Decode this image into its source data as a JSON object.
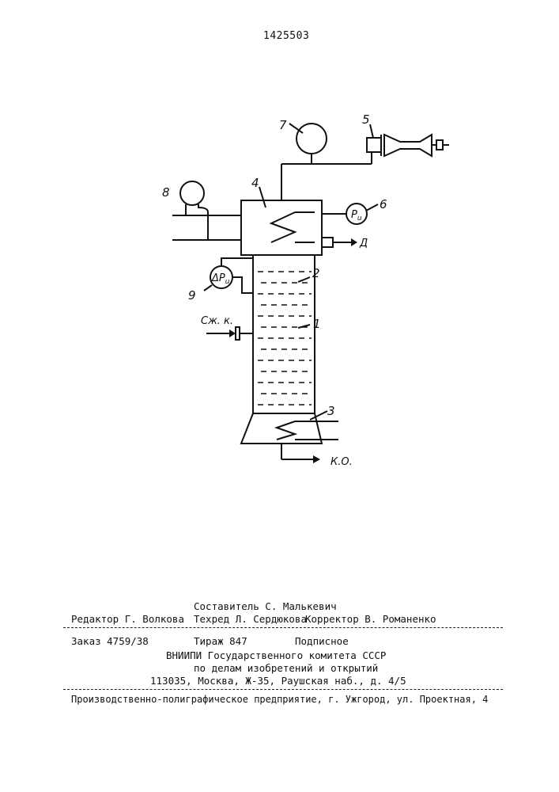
{
  "header": {
    "patent_number": "1425503"
  },
  "figure": {
    "labels": {
      "column": "1",
      "liquid": "2",
      "reboiler": "3",
      "condenser": "4",
      "compressor": "5",
      "p_gauge": "6",
      "gauge7": "7",
      "gauge8": "8",
      "dp_gauge": "9"
    },
    "gauge_text": {
      "p": "P",
      "p_sub": "u",
      "dp": "ΔP",
      "dp_sub": "u"
    },
    "flows": {
      "feed": "Сж. к.",
      "distillate": "Д",
      "bottoms": "К.О."
    }
  },
  "imprint": {
    "compiler": "Составитель С. Малькевич",
    "editor": "Редактор Г. Волкова",
    "techred": "Техред Л. Сердюкова",
    "corrector": "Корректор В. Романенко",
    "order": "Заказ 4759/38",
    "circulation": "Тираж 847",
    "subscription": "Подписное",
    "org_line1": "ВНИИПИ Государственного комитета СССР",
    "org_line2": "по делам изобретений и открытий",
    "org_line3": "113035, Москва, Ж-35, Раушская наб., д. 4/5",
    "printer": "Производственно-полиграфическое предприятие, г. Ужгород, ул. Проектная, 4"
  }
}
